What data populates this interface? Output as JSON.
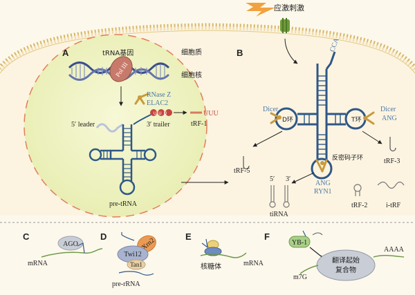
{
  "stimulus": "应激刺激",
  "cytoplasm": "细胞质",
  "nucleus": "细胞核",
  "panels": [
    "A",
    "B",
    "C",
    "D",
    "E",
    "F"
  ],
  "a": {
    "gene": "tRNA基因",
    "pol": "Pol III",
    "rnase_z": "RNase Z",
    "elac2": "ELAC2",
    "uuu": "UUU",
    "leader": "5′ leader",
    "trailer": "3′ trailer",
    "trf1": "tRF-1",
    "trf1_tail": "UUU",
    "pre": "pre-tRNA"
  },
  "b": {
    "cca": "CCA",
    "dicer_left": "Dicer",
    "d_loop": "D环",
    "t_loop": "T环",
    "dicer_right": "Dicer",
    "ang_right": "ANG",
    "anticodon": "反密码子环",
    "ang_bottom": "ANG",
    "ryn1": "RYN1",
    "trf5": "tRF-5",
    "trf3": "tRF-3",
    "trf2": "tRF-2",
    "itrf": "i-tRF",
    "tirna": "tiRNA",
    "five": "5′",
    "three": "3′"
  },
  "c": {
    "ago": "AGO",
    "mrna": "mRNA"
  },
  "d": {
    "twi12": "Twi12",
    "xrn2": "Xrn2",
    "tan1": "Tan1",
    "pre_rrna": "pre-rRNA"
  },
  "e": {
    "ribosome": "核糖体",
    "mrna": "mRNA"
  },
  "f": {
    "yb1": "YB-1",
    "complex_l1": "翻译起始",
    "complex_l2": "复合物",
    "m7g": "m7G",
    "polya": "AAAA"
  },
  "colors": {
    "background": "#fdf8ec",
    "nucleus": "#f1f2c2",
    "membrane": "#c8a458",
    "trna": "#2f5787",
    "enzyme": "#c89a3c",
    "lightning": "#f1a13e",
    "receptor": "#6f9a3a",
    "nuclear_envelope": "#e27d5a"
  }
}
